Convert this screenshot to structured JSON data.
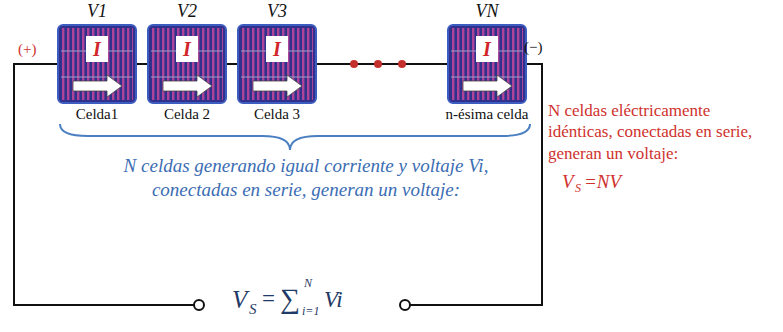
{
  "diagram": {
    "nodes": [
      {
        "text": [
          "V1",
          "I",
          "Celda1"
        ]
      },
      {
        "text": [
          "V2",
          "I",
          "Celda 2"
        ]
      },
      {
        "text": [
          "V3",
          "I",
          "Celda 3"
        ]
      },
      {
        "text": [
          "VN",
          "I",
          "n-ésima celda"
        ]
      }
    ],
    "edges": [
      {
        "from": 0,
        "to": 1,
        "arrow": "none"
      },
      {
        "from": 1,
        "to": 2,
        "arrow": "none"
      },
      {
        "from": 2,
        "to": 3,
        "arrow": "none"
      }
    ],
    "labels": [
      "(+)",
      "(−)",
      "N celdas generando igual corriente y voltaje Vi, conectadas en serie, generan un voltaje:",
      "V",
      "S",
      "=",
      "∑",
      "N",
      "i=1",
      "Vi",
      "N celdas eléctricamente idénticas, conectadas en serie, generan un voltaje:",
      "V",
      "S",
      "=NV"
    ]
  }
}
